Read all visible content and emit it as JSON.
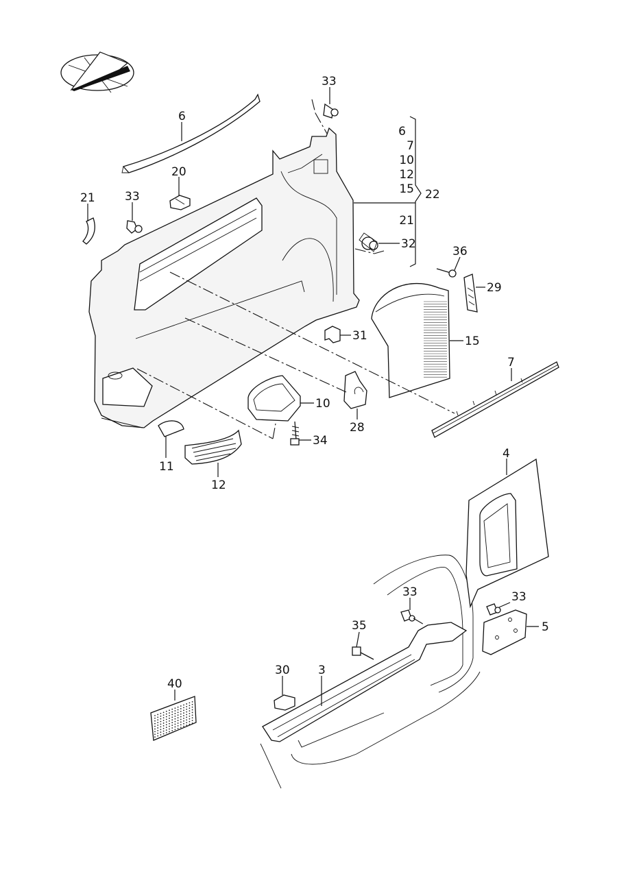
{
  "diagram": {
    "callouts": [
      {
        "id": "c6a",
        "text": "6"
      },
      {
        "id": "c20",
        "text": "20"
      },
      {
        "id": "c21a",
        "text": "21"
      },
      {
        "id": "c33a",
        "text": "33"
      },
      {
        "id": "c33b",
        "text": "33"
      },
      {
        "id": "c32",
        "text": "32"
      },
      {
        "id": "c36",
        "text": "36"
      },
      {
        "id": "c29",
        "text": "29"
      },
      {
        "id": "c31",
        "text": "31"
      },
      {
        "id": "c15a",
        "text": "15"
      },
      {
        "id": "c7a",
        "text": "7"
      },
      {
        "id": "c10a",
        "text": "10"
      },
      {
        "id": "c28",
        "text": "28"
      },
      {
        "id": "c34",
        "text": "34"
      },
      {
        "id": "c11",
        "text": "11"
      },
      {
        "id": "c12a",
        "text": "12"
      },
      {
        "id": "c4",
        "text": "4"
      },
      {
        "id": "c33c",
        "text": "33"
      },
      {
        "id": "c33d",
        "text": "33"
      },
      {
        "id": "c5",
        "text": "5"
      },
      {
        "id": "c35",
        "text": "35"
      },
      {
        "id": "c30",
        "text": "30"
      },
      {
        "id": "c3",
        "text": "3"
      },
      {
        "id": "c40",
        "text": "40"
      }
    ],
    "group": {
      "items": [
        "6",
        "7",
        "10",
        "12",
        "15"
      ],
      "label": "22",
      "extra": "21"
    }
  }
}
